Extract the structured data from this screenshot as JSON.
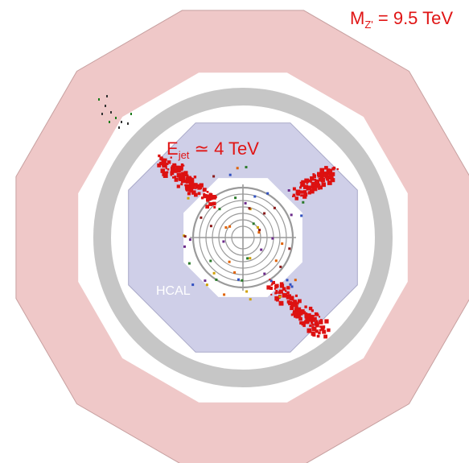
{
  "labels": {
    "mass": {
      "symbol": "M",
      "subscript": "Z'",
      "rest": " = 9.5 TeV"
    },
    "jet_energy": {
      "symbol": "E",
      "subscript": "jet",
      "rest": " ≃ 4 TeV"
    },
    "hcal": "HCAL"
  },
  "colors": {
    "muon_system": "#efc8c8",
    "muon_edge": "#c7a0a0",
    "solenoid_ring": "#c6c6c6",
    "hcal": "#cfcfe8",
    "hcal_edge": "#a9a9c8",
    "tracker_lines": "#9a9a9a",
    "energy_deposit": "#dd1111",
    "label_red": "#e01515",
    "label_white": "#ffffff"
  }
}
